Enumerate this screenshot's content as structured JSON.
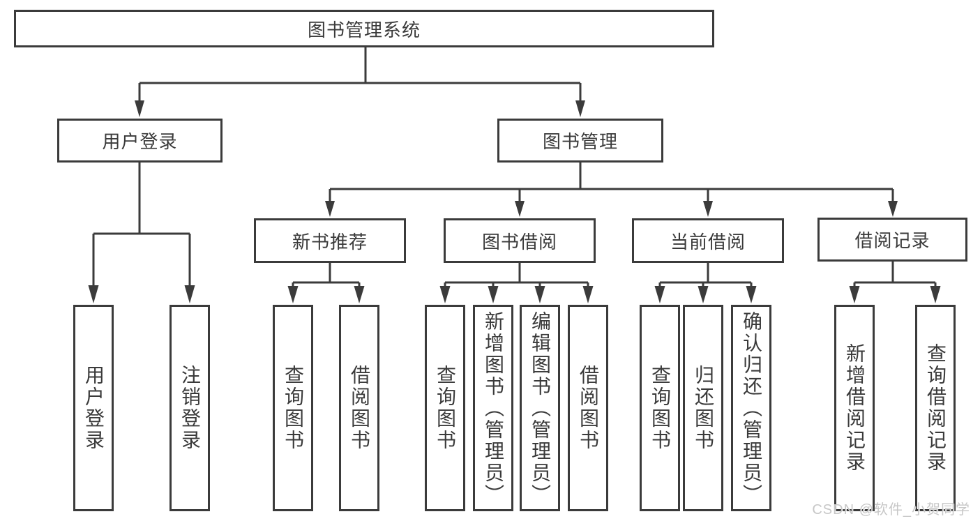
{
  "diagram": {
    "root": "图书管理系统",
    "login_branch": {
      "label": "用户登录",
      "children": [
        "用户登录",
        "注销登录"
      ]
    },
    "management_branch": {
      "label": "图书管理",
      "sections": [
        {
          "label": "新书推荐",
          "children": [
            "查询图书",
            "借阅图书"
          ]
        },
        {
          "label": "图书借阅",
          "children": [
            "查询图书",
            "新增图书（管理员）",
            "编辑图书（管理员）",
            "借阅图书"
          ]
        },
        {
          "label": "当前借阅",
          "children": [
            "查询图书",
            "归还图书",
            "确认归还（管理员）"
          ]
        },
        {
          "label": "借阅记录",
          "children": [
            "新增借阅记录",
            "查询借阅记录"
          ]
        }
      ]
    }
  },
  "watermark": "CSDN @软件_小贺同学",
  "colors": {
    "line": "#3b3b3b",
    "text": "#3a3a3a",
    "watermark": "#c7c7c7",
    "background": "#ffffff",
    "box_fill": "#ffffff"
  }
}
